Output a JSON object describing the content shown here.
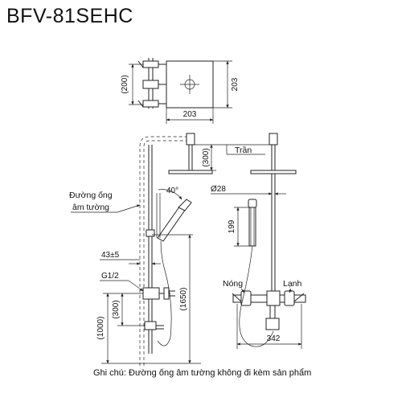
{
  "model": "BFV-81SEHC",
  "dimensions": {
    "top_view_width": "203",
    "top_view_height": "203",
    "top_view_valve_height": "(200)",
    "arm_drop": "(300)",
    "shower_head_diameter": "Ø28",
    "tilt_angle": "40°",
    "hand_shower_length": "199",
    "valve_offset": "43±5",
    "pipe_thread": "G1/2",
    "spout_height": "(300)",
    "total_height": "(1650)",
    "valve_height": "(1000)",
    "valve_width": "342"
  },
  "labels": {
    "ceiling": "Trần",
    "concealed_pipe_line1": "Đường ống",
    "concealed_pipe_line2": "âm tường",
    "hot": "Nóng",
    "cold": "Lạnh"
  },
  "note": "Ghi chú: Đường ống âm tường không đi kèm sản phẩm"
}
